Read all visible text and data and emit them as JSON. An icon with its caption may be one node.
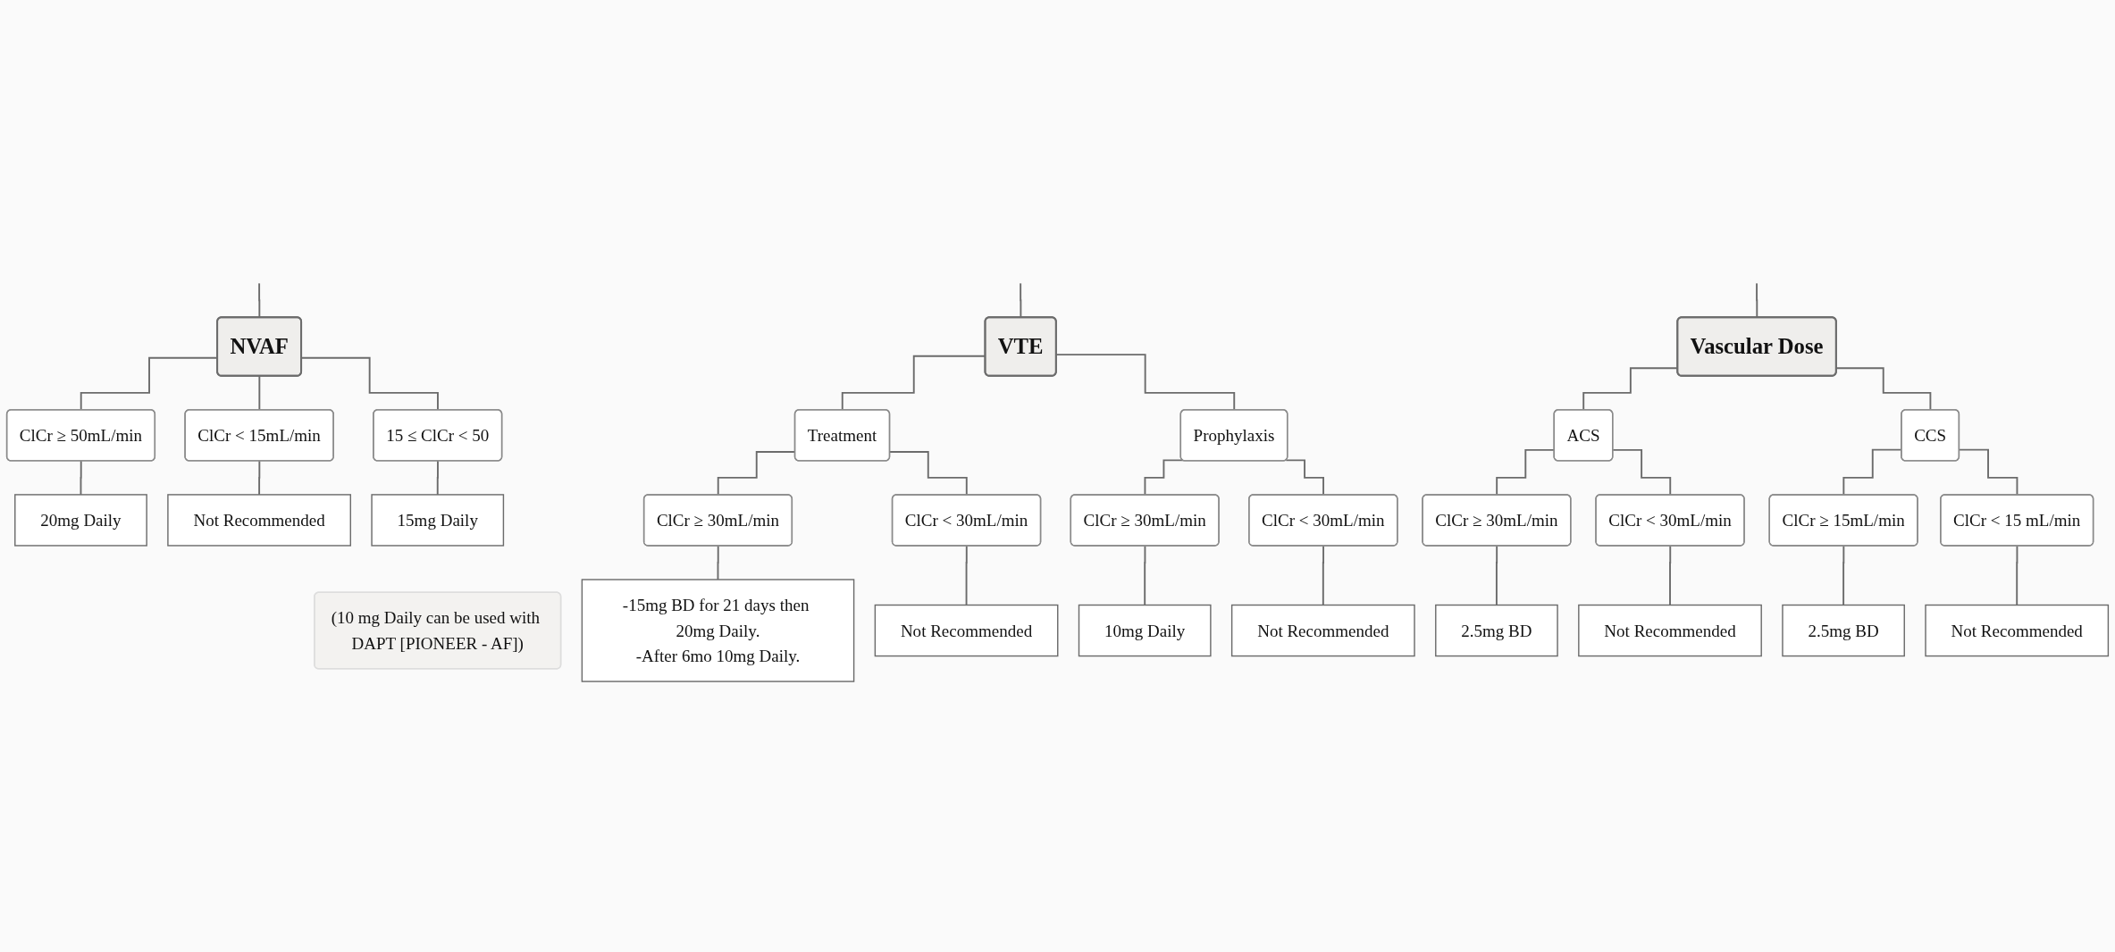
{
  "diagram": {
    "nodes": [
      {
        "text": [
          "NVAF"
        ]
      },
      {
        "text": [
          "ClCr ≥ 50mL/min"
        ]
      },
      {
        "text": [
          "20mg Daily"
        ]
      },
      {
        "text": [
          "ClCr < 15mL/min"
        ]
      },
      {
        "text": [
          "Not Recommended"
        ]
      },
      {
        "text": [
          "15 ≤ ClCr < 50"
        ]
      },
      {
        "text": [
          "15mg Daily"
        ]
      },
      {
        "text": [
          "(10 mg Daily can be used with DAPT [PIONEER - AF])"
        ]
      },
      {
        "text": [
          "VTE"
        ]
      },
      {
        "text": [
          "Treatment"
        ]
      },
      {
        "text": [
          "ClCr ≥ 30mL/min"
        ]
      },
      {
        "text": [
          "ClCr < 30mL/min"
        ]
      },
      {
        "text": [
          "-15mg BD for 21 days then 20mg Daily.",
          "-After 6mo 10mg Daily."
        ]
      },
      {
        "text": [
          "Not Recommended"
        ]
      },
      {
        "text": [
          "Prophylaxis"
        ]
      },
      {
        "text": [
          "ClCr ≥ 30mL/min"
        ]
      },
      {
        "text": [
          "ClCr < 30mL/min"
        ]
      },
      {
        "text": [
          "10mg Daily"
        ]
      },
      {
        "text": [
          "Not Recommended"
        ]
      },
      {
        "text": [
          "Vascular Dose"
        ]
      },
      {
        "text": [
          "ACS"
        ]
      },
      {
        "text": [
          "ClCr ≥ 30mL/min"
        ]
      },
      {
        "text": [
          "ClCr < 30mL/min"
        ]
      },
      {
        "text": [
          "2.5mg BD"
        ]
      },
      {
        "text": [
          "Not Recommended"
        ]
      },
      {
        "text": [
          "CCS"
        ]
      },
      {
        "text": [
          "ClCr ≥ 15mL/min"
        ]
      },
      {
        "text": [
          "ClCr < 15 mL/min"
        ]
      },
      {
        "text": [
          "2.5mg BD"
        ]
      },
      {
        "text": [
          "Not Recommended"
        ]
      }
    ],
    "edges": [
      {
        "from": null,
        "to": 0,
        "arrow": "none"
      },
      {
        "from": null,
        "to": 8,
        "arrow": "none"
      },
      {
        "from": null,
        "to": 19,
        "arrow": "none"
      },
      {
        "from": 0,
        "to": 1,
        "arrow": "none"
      },
      {
        "from": 1,
        "to": 2,
        "arrow": "none"
      },
      {
        "from": 0,
        "to": 3,
        "arrow": "none"
      },
      {
        "from": 3,
        "to": 4,
        "arrow": "none"
      },
      {
        "from": 0,
        "to": 5,
        "arrow": "none"
      },
      {
        "from": 5,
        "to": 6,
        "arrow": "none"
      },
      {
        "from": 8,
        "to": 9,
        "arrow": "none"
      },
      {
        "from": 9,
        "to": 10,
        "arrow": "none"
      },
      {
        "from": 9,
        "to": 11,
        "arrow": "none"
      },
      {
        "from": 10,
        "to": 12,
        "arrow": "none"
      },
      {
        "from": 11,
        "to": 13,
        "arrow": "none"
      },
      {
        "from": 8,
        "to": 14,
        "arrow": "none"
      },
      {
        "from": 14,
        "to": 15,
        "arrow": "none"
      },
      {
        "from": 14,
        "to": 16,
        "arrow": "none"
      },
      {
        "from": 15,
        "to": 17,
        "arrow": "none"
      },
      {
        "from": 16,
        "to": 18,
        "arrow": "none"
      },
      {
        "from": 19,
        "to": 20,
        "arrow": "none"
      },
      {
        "from": 20,
        "to": 21,
        "arrow": "none"
      },
      {
        "from": 20,
        "to": 22,
        "arrow": "none"
      },
      {
        "from": 21,
        "to": 23,
        "arrow": "none"
      },
      {
        "from": 22,
        "to": 24,
        "arrow": "none"
      },
      {
        "from": 19,
        "to": 25,
        "arrow": "none"
      },
      {
        "from": 25,
        "to": 26,
        "arrow": "none"
      },
      {
        "from": 25,
        "to": 27,
        "arrow": "none"
      },
      {
        "from": 26,
        "to": 28,
        "arrow": "none"
      },
      {
        "from": 27,
        "to": 29,
        "arrow": "none"
      }
    ]
  }
}
